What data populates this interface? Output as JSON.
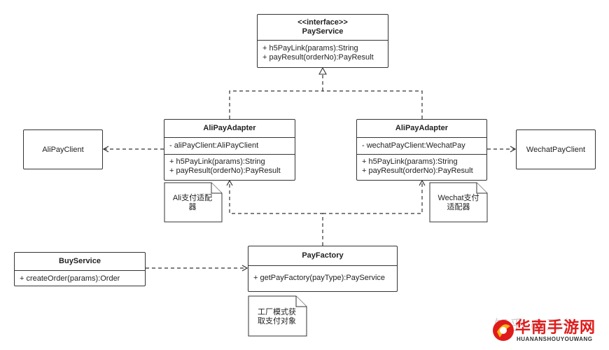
{
  "pay_service": {
    "stereotype": "<<interface>>",
    "title": "PayService",
    "methods": [
      "+ h5PayLink(params):String",
      "+ payResult(orderNo):PayResult"
    ]
  },
  "ali_adapter": {
    "title": "AliPayAdapter",
    "fields": [
      "- aliPayClient:AliPayClient"
    ],
    "methods": [
      "+ h5PayLink(params):String",
      "+ payResult(orderNo):PayResult"
    ]
  },
  "wechat_adapter": {
    "title": "AliPayAdapter",
    "fields": [
      "- wechatPayClient:WechatPay"
    ],
    "methods": [
      "+ h5PayLink(params):String",
      "+ payResult(orderNo):PayResult"
    ]
  },
  "ali_client": {
    "title": "AliPayClient"
  },
  "wechat_client": {
    "title": "WechatPayClient"
  },
  "ali_note": {
    "text": "Ali支付适配器"
  },
  "wechat_note": {
    "text": "Wechat支付适配器"
  },
  "factory_note": {
    "text": "工厂模式获取支付对象"
  },
  "buy_service": {
    "title": "BuyService",
    "methods": [
      "+ createOrder(params):Order"
    ]
  },
  "pay_factory": {
    "title": "PayFactory",
    "methods": [
      "+ getPayFactory(payType):PayService"
    ]
  },
  "watermark": {
    "zhihu": "知乎 @三七",
    "logo_text": "华南手游网",
    "logo_sub": "HUANANSHOUYOUWANG"
  }
}
